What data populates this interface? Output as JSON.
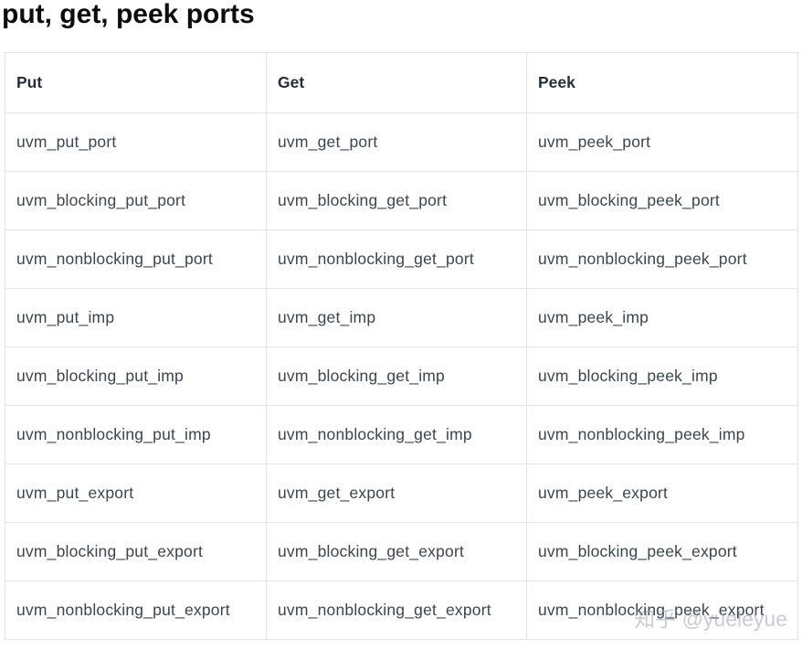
{
  "page": {
    "title": "put, get, peek ports"
  },
  "table": {
    "headers": [
      "Put",
      "Get",
      "Peek"
    ],
    "rows": [
      [
        "uvm_put_port",
        "uvm_get_port",
        "uvm_peek_port"
      ],
      [
        "uvm_blocking_put_port",
        "uvm_blocking_get_port",
        "uvm_blocking_peek_port"
      ],
      [
        "uvm_nonblocking_put_port",
        "uvm_nonblocking_get_port",
        "uvm_nonblocking_peek_port"
      ],
      [
        "uvm_put_imp",
        "uvm_get_imp",
        "uvm_peek_imp"
      ],
      [
        "uvm_blocking_put_imp",
        "uvm_blocking_get_imp",
        "uvm_blocking_peek_imp"
      ],
      [
        "uvm_nonblocking_put_imp",
        "uvm_nonblocking_get_imp",
        "uvm_nonblocking_peek_imp"
      ],
      [
        "uvm_put_export",
        "uvm_get_export",
        "uvm_peek_export"
      ],
      [
        "uvm_blocking_put_export",
        "uvm_blocking_get_export",
        "uvm_blocking_peek_export"
      ],
      [
        "uvm_nonblocking_put_export",
        "uvm_nonblocking_get_export",
        "uvm_nonblocking_peek_export"
      ]
    ]
  },
  "watermark": {
    "text": "知乎 @yueleyue"
  }
}
